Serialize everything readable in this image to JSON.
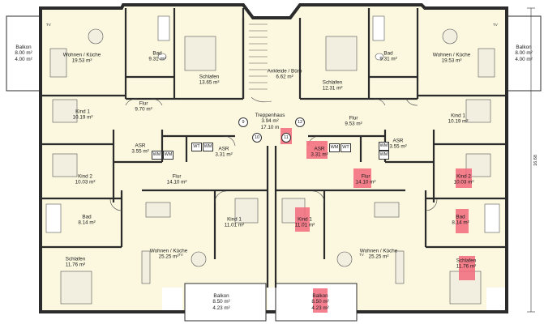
{
  "rooms": [
    {
      "id": "balkon-tl",
      "name": "Balkon",
      "area": "8.00 m²",
      "area2": "4.00 m²"
    },
    {
      "id": "wohnen-tl",
      "name": "Wohnen / Küche",
      "area": "19.53 m²"
    },
    {
      "id": "bad-tl",
      "name": "Bad",
      "area": "9.31 m²"
    },
    {
      "id": "schlafen-tl",
      "name": "Schlafen",
      "area": "13.65 m²"
    },
    {
      "id": "kind1-tl",
      "name": "Kind 1",
      "area": "10.19 m²"
    },
    {
      "id": "flur-tl",
      "name": "Flur",
      "area": "9.70 m²"
    },
    {
      "id": "asr-tl",
      "name": "ASR",
      "area": "3.55 m²"
    },
    {
      "id": "asr-tc",
      "name": "ASR",
      "area": "3.31 m²"
    },
    {
      "id": "kind2-tl",
      "name": "Kind 2",
      "area": "10.03 m²"
    },
    {
      "id": "flur-bl",
      "name": "Flur",
      "area": "14.10 m²"
    },
    {
      "id": "bad-bl",
      "name": "Bad",
      "area": "8.14 m²"
    },
    {
      "id": "kind1-bl",
      "name": "Kind 1",
      "area": "11.01 m²"
    },
    {
      "id": "schlafen-bl",
      "name": "Schlafen",
      "area": "11.76 m²"
    },
    {
      "id": "wohnen-bl",
      "name": "Wohnen / Küche",
      "area": "25.25 m²"
    },
    {
      "id": "balkon-bl",
      "name": "Balkon",
      "area": "8.50 m²",
      "area2": "4.23 m²"
    },
    {
      "id": "ankleide",
      "name": "Ankleide / Büro",
      "area": "6.62 m²"
    },
    {
      "id": "schlafen-tr",
      "name": "Schlafen",
      "area": "12.31 m²"
    },
    {
      "id": "bad-tr",
      "name": "Bad",
      "area": "9.31 m²"
    },
    {
      "id": "wohnen-tr",
      "name": "Wohnen / Küche",
      "area": "19.53 m²"
    },
    {
      "id": "balkon-tr",
      "name": "Balkon",
      "area": "8.00 m²",
      "area2": "4.00 m²"
    },
    {
      "id": "flur-tr",
      "name": "Flur",
      "area": "9.53 m²"
    },
    {
      "id": "kind1-tr",
      "name": "Kind 1",
      "area": "10.19 m²"
    },
    {
      "id": "asr-cr",
      "name": "ASR",
      "area": "3.31 m²"
    },
    {
      "id": "asr-tr",
      "name": "ASR",
      "area": "3.55 m²"
    },
    {
      "id": "flur-br",
      "name": "Flur",
      "area": "14.10 m²"
    },
    {
      "id": "kind2-tr",
      "name": "Kind 2",
      "area": "10.03 m²"
    },
    {
      "id": "kind1-br",
      "name": "Kind 1",
      "area": "11.01 m²"
    },
    {
      "id": "bad-br",
      "name": "Bad",
      "area": "8.14 m²"
    },
    {
      "id": "wohnen-br",
      "name": "Wohnen / Küche",
      "area": "25.25 m²"
    },
    {
      "id": "schlafen-br",
      "name": "Schlafen",
      "area": "11.76 m²"
    },
    {
      "id": "balkon-br",
      "name": "Balkon",
      "area": "8.50 m²",
      "area2": "4.23 m²"
    }
  ],
  "stair": {
    "name": "Treppenhaus",
    "area": "3.94 m²",
    "length": "17.10 m"
  },
  "step_numbers": [
    "9",
    "10",
    "11",
    "12"
  ],
  "appliance_labels": {
    "wm": "WM",
    "wt": "WT",
    "tv": "TV"
  },
  "dimension": "16.68",
  "colors": {
    "fill": "#fbf8df",
    "wall": "#2b2b2b",
    "balcony": "#ffffff",
    "highlight": "#f26a7d"
  }
}
